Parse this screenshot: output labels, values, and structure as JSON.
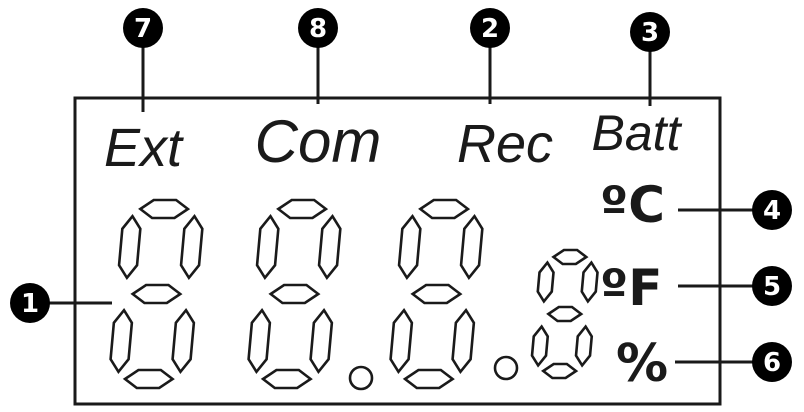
{
  "lcd_labels": {
    "ext": "Ext",
    "com": "Com",
    "rec": "Rec",
    "batt": "Batt"
  },
  "units": {
    "celsius": "ºC",
    "fahrenheit": "ºF",
    "percent": "%"
  },
  "callouts": {
    "c1": "1",
    "c2": "2",
    "c3": "3",
    "c4": "4",
    "c5": "5",
    "c6": "6",
    "c7": "7",
    "c8": "8"
  },
  "colors": {
    "ink": "#1a1a1a",
    "background": "#ffffff"
  }
}
